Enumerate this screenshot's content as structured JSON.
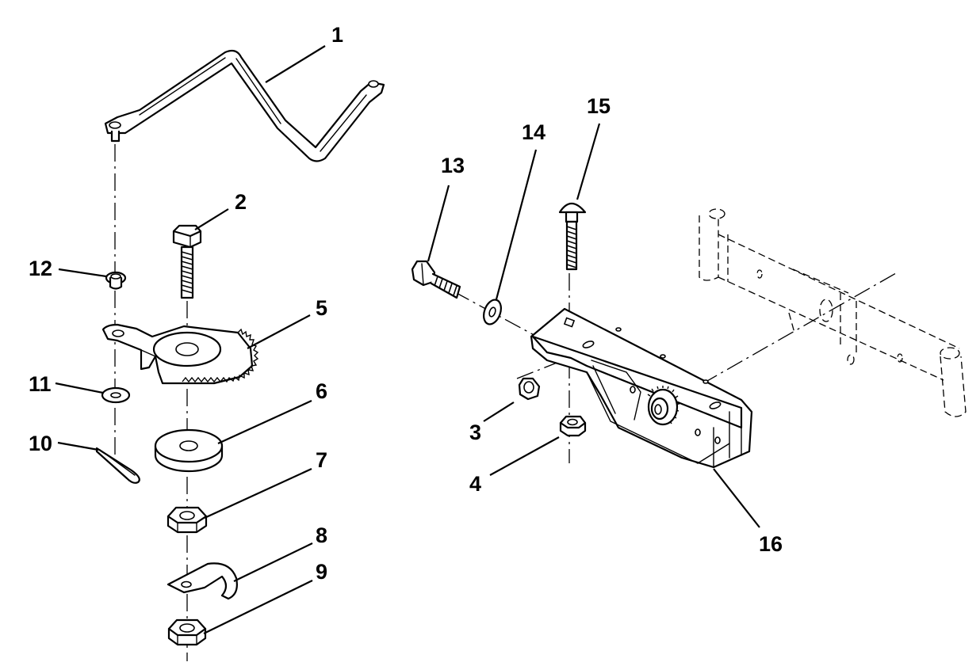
{
  "callouts": [
    "1",
    "2",
    "3",
    "4",
    "5",
    "6",
    "7",
    "8",
    "9",
    "10",
    "11",
    "12",
    "13",
    "14",
    "15",
    "16"
  ],
  "colors": {
    "line": "#000000",
    "background": "#ffffff"
  }
}
